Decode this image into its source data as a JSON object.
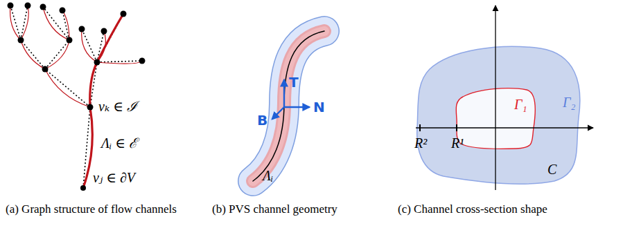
{
  "diagram": {
    "labels": [
      "vₖ ∈ ℐ",
      "Λᵢ ∈ ℰ",
      "vⱼ ∈ ∂V",
      "T",
      "N",
      "B",
      "Λᵢ",
      "Γ₁",
      "Γ₂",
      "R²",
      "R¹",
      "C",
      "(a) Graph structure of flow channels",
      "(b) PVS channel geometry",
      "(c) Channel cross-section shape"
    ]
  }
}
